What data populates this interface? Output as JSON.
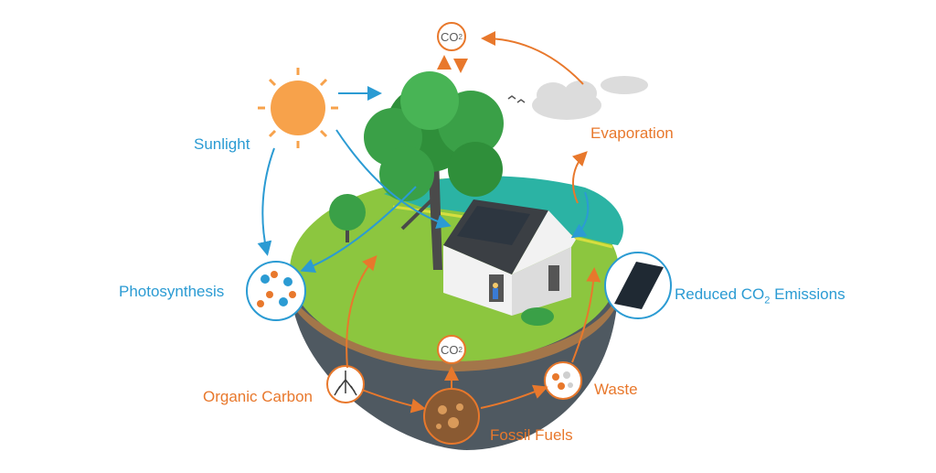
{
  "labels": {
    "sunlight": "Sunlight",
    "photosynthesis": "Photosynthesis",
    "evaporation": "Evaporation",
    "reduced_emissions_prefix": "Reduced CO",
    "reduced_emissions_sub": "2",
    "reduced_emissions_suffix": " Emissions",
    "organic_carbon": "Organic Carbon",
    "fossil_fuels": "Fossil Fuels",
    "waste": "Waste"
  },
  "co2_badges": {
    "main": "CO",
    "sub": "2"
  },
  "colors": {
    "blue_flow": "#2b9bd3",
    "orange_flow": "#e8782c",
    "grass": "#8cc63f",
    "water": "#2bb3a4",
    "soil": "#5d6770"
  },
  "icons": [
    "sun-icon",
    "cloud-icon",
    "tree-icon",
    "house-icon",
    "solar-panel-icon",
    "molecule-icon",
    "roots-icon",
    "fossil-icon",
    "waste-icon",
    "bird-icon"
  ]
}
